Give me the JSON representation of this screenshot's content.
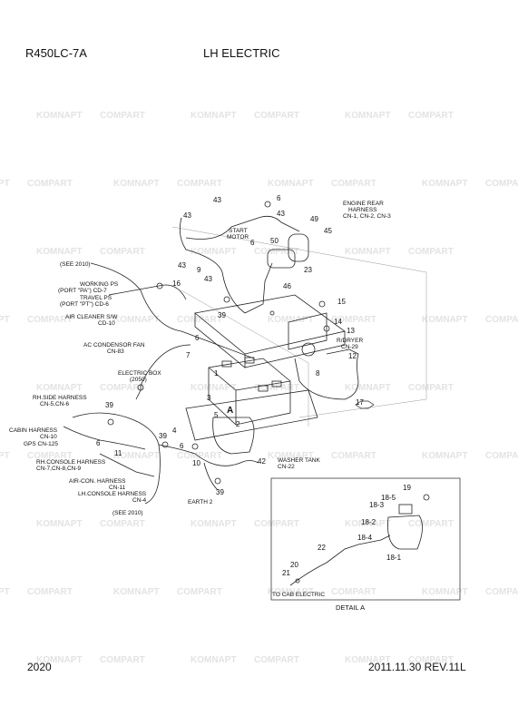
{
  "header": {
    "model": "R450LC-7A",
    "title": "LH ELECTRIC"
  },
  "footer": {
    "page": "2020",
    "date_rev": "2011.11.30  REV.11L"
  },
  "watermark": {
    "a": "KOMNAPT",
    "b": "COMPART"
  },
  "labels": {
    "engine_rear_harness": [
      "ENGINE REAR",
      "HARNESS",
      "CN-1, CN-2, CN-3"
    ],
    "start_motor": [
      "START",
      "MOTOR"
    ],
    "see2010_top": "(SEE 2010)",
    "working_ps": [
      "WORKING PS",
      "(PORT \"PA\") CD-7"
    ],
    "travel_ps": [
      "TRAVEL PS",
      "(PORT \"PT\") CD-6"
    ],
    "air_cleaner": [
      "AIR CLEANER S/W",
      "CD-10"
    ],
    "ac_condensor": [
      "AC CONDENSOR FAN",
      "CN-83"
    ],
    "r_dryer": [
      "R/DRYER",
      "CN-29"
    ],
    "electric_box": [
      "ELECTRIC BOX",
      "(2050)"
    ],
    "rh_side": [
      "RH.SIDE HARNESS",
      "CN-5,CN-6"
    ],
    "cabin_harness": [
      "CABIN HARNESS",
      "CN-10"
    ],
    "gps": "GPS CN-125",
    "rh_console": [
      "RH.CONSOLE HARNESS",
      "CN-7,CN-8,CN-9"
    ],
    "aircon_harness": [
      "AIR-CON. HARNESS",
      "CN-11"
    ],
    "lh_console": [
      "LH.CONSOLE HARNESS",
      "CN-4"
    ],
    "see2010_bottom": "(SEE 2010)",
    "washer_tank": [
      "WASHER TANK",
      "CN-22"
    ],
    "earth2": "EARTH 2",
    "to_cab_electric": "TO CAB ELECTRIC",
    "detail_a": "DETAIL  A",
    "letter_a": "A"
  },
  "callouts": [
    "43",
    "6",
    "43",
    "43",
    "49",
    "45",
    "6",
    "50",
    "43",
    "9",
    "43",
    "23",
    "16",
    "46",
    "15",
    "39",
    "14",
    "13",
    "6",
    "7",
    "12",
    "8",
    "1",
    "3",
    "5",
    "17",
    "39",
    "2",
    "4",
    "6",
    "39",
    "11",
    "6",
    "10",
    "42",
    "39",
    "19",
    "18-5",
    "18-3",
    "18-2",
    "18-4",
    "18-1",
    "22",
    "20",
    "21"
  ]
}
